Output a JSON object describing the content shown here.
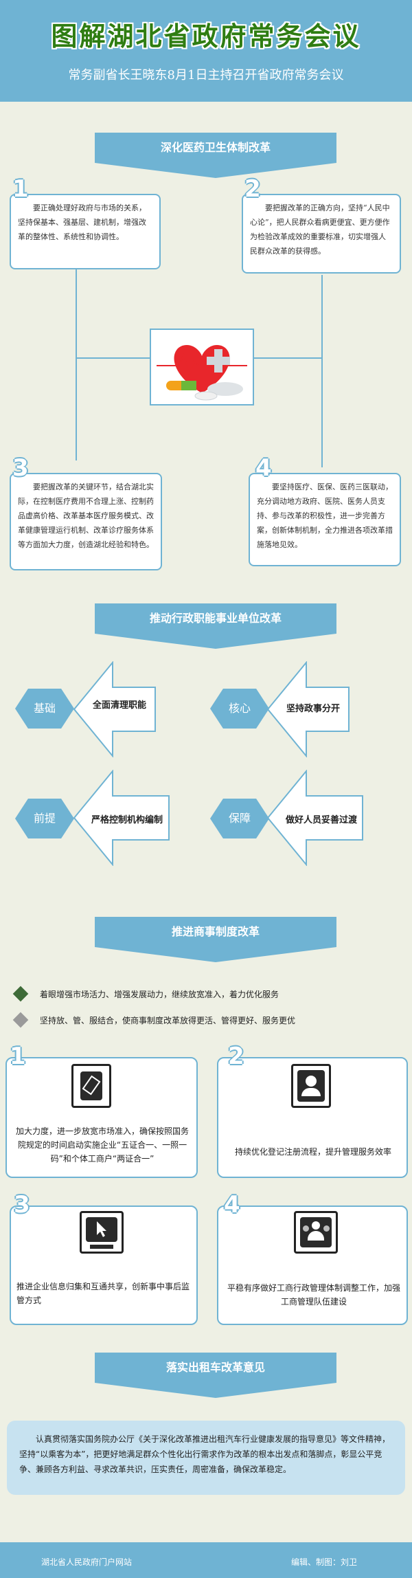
{
  "header": {
    "title": "图解湖北省政府常务会议",
    "subtitle": "常务副省长王晓东8月1日主持召开省政府常务会议"
  },
  "section1": {
    "banner": "深化医药卫生体制改革",
    "items": [
      {
        "num": "1",
        "text": "要正确处理好政府与市场的关系，坚持保基本、强基层、建机制，增强改革的整体性、系统性和协调性。"
      },
      {
        "num": "2",
        "text": "要把握改革的正确方向，坚持“人民中心论”，把人民群众看病更便宜、更方便作为检验改革成效的重要标准，切实增强人民群众改革的获得感。"
      },
      {
        "num": "3",
        "text": "要把握改革的关键环节，结合湖北实际，在控制医疗费用不合理上涨、控制药品虚高价格、改革基本医疗服务模式、改革健康管理运行机制、改革诊疗服务体系等方面加大力度，创造湖北经验和特色。"
      },
      {
        "num": "4",
        "text": "要坚持医疗、医保、医药三医联动，充分调动地方政府、医院、医务人员支持、参与改革的积极性，进一步完善方案，创新体制机制，全力推进各项改革措施落地见效。"
      }
    ]
  },
  "section2": {
    "banner": "推动行政职能事业单位改革",
    "items": [
      {
        "tag": "基础",
        "text": "全面清理职能"
      },
      {
        "tag": "核心",
        "text": "坚持政事分开"
      },
      {
        "tag": "前提",
        "text": "严格控制机构编制"
      },
      {
        "tag": "保障",
        "text": "做好人员妥善过渡"
      }
    ]
  },
  "section3": {
    "banner": "推进商事制度改革",
    "bullets": [
      {
        "text": "着眼增强市场活力、增强发展动力，继续放宽准入，着力优化服务",
        "color": "#3e6b38"
      },
      {
        "text": "坚持放、管、服结合，使商事制度改革放得更活、管得更好、服务更优",
        "color": "#9a9a9a"
      }
    ],
    "cards": [
      {
        "num": "1",
        "icon": "tablet-icon",
        "text": "加大力度，进一步放宽市场准入，确保按照国务院规定的时间启动实施企业“五证合一、一照一码”和个体工商户“两证合一”"
      },
      {
        "num": "2",
        "icon": "contact-book-icon",
        "text": "持续优化登记注册流程，提升管理服务效率"
      },
      {
        "num": "3",
        "icon": "cursor-screen-icon",
        "text": "推进企业信息归集和互通共享，创新事中事后监管方式"
      },
      {
        "num": "4",
        "icon": "people-icon",
        "text": "平稳有序做好工商行政管理体制调整工作，加强工商管理队伍建设"
      }
    ]
  },
  "section4": {
    "banner": "落实出租车改革意见",
    "text": "认真贯彻落实国务院办公厅《关于深化改革推进出租汽车行业健康发展的指导意见》等文件精神，坚持“以乘客为本”，把更好地满足群众个性化出行需求作为改革的根本出发点和落脚点，彰显公平竞争、兼顾各方利益、寻求改革共识，压实责任，周密准备，确保改革稳定。"
  },
  "footer": {
    "left": "湖北省人民政府门户网站",
    "right": "编辑、制图：刘卫"
  },
  "colors": {
    "accent": "#6fb3d3",
    "title_green": "#2f7d12",
    "background": "#eef0e4"
  }
}
